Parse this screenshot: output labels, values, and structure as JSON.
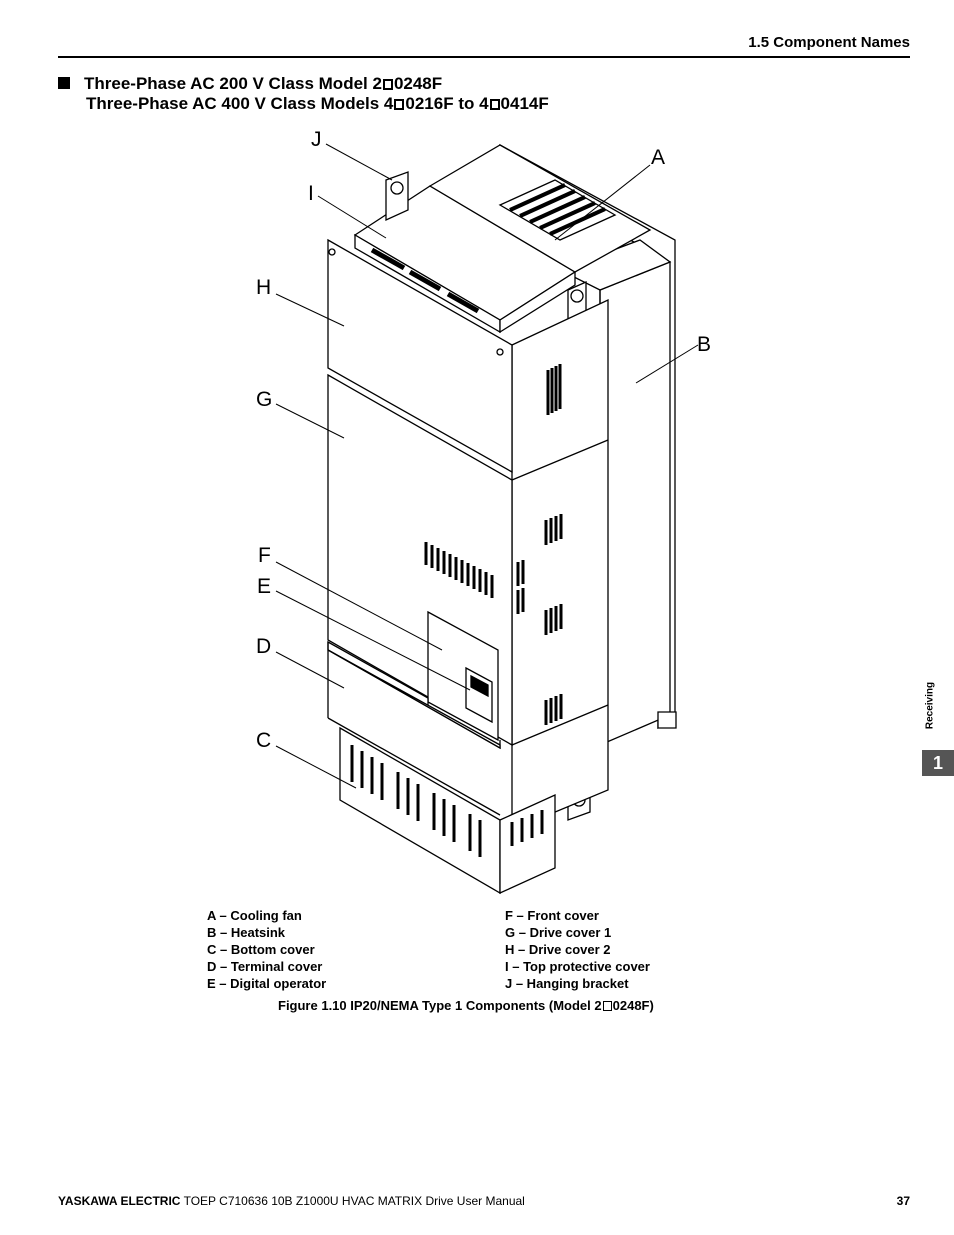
{
  "header": {
    "section": "1.5 Component Names"
  },
  "heading": {
    "line1_prefix": "Three-Phase AC 200 V Class Model 2",
    "line1_suffix": "0248F",
    "line2_prefix": "Three-Phase AC 400 V Class Models 4",
    "line2_mid": "0216F to 4",
    "line2_suffix": "0414F"
  },
  "callouts": [
    "J",
    "I",
    "A",
    "H",
    "B",
    "G",
    "F",
    "E",
    "D",
    "C"
  ],
  "legend": {
    "left": [
      "A – Cooling fan",
      "B – Heatsink",
      "C – Bottom cover",
      "D – Terminal cover",
      "E – Digital operator"
    ],
    "right": [
      "F – Front cover",
      "G – Drive cover 1",
      "H – Drive cover 2",
      "I –  Top protective cover",
      "J – Hanging bracket"
    ]
  },
  "caption": {
    "prefix": "Figure 1.10  IP20/NEMA Type 1 Components (Model 2",
    "suffix": "0248F)"
  },
  "side_tab": {
    "label": "Receiving",
    "number": "1"
  },
  "footer": {
    "brand": "YASKAWA ELECTRIC",
    "doc": " TOEP C710636 10B Z1000U HVAC MATRIX Drive User Manual",
    "page": "37"
  }
}
